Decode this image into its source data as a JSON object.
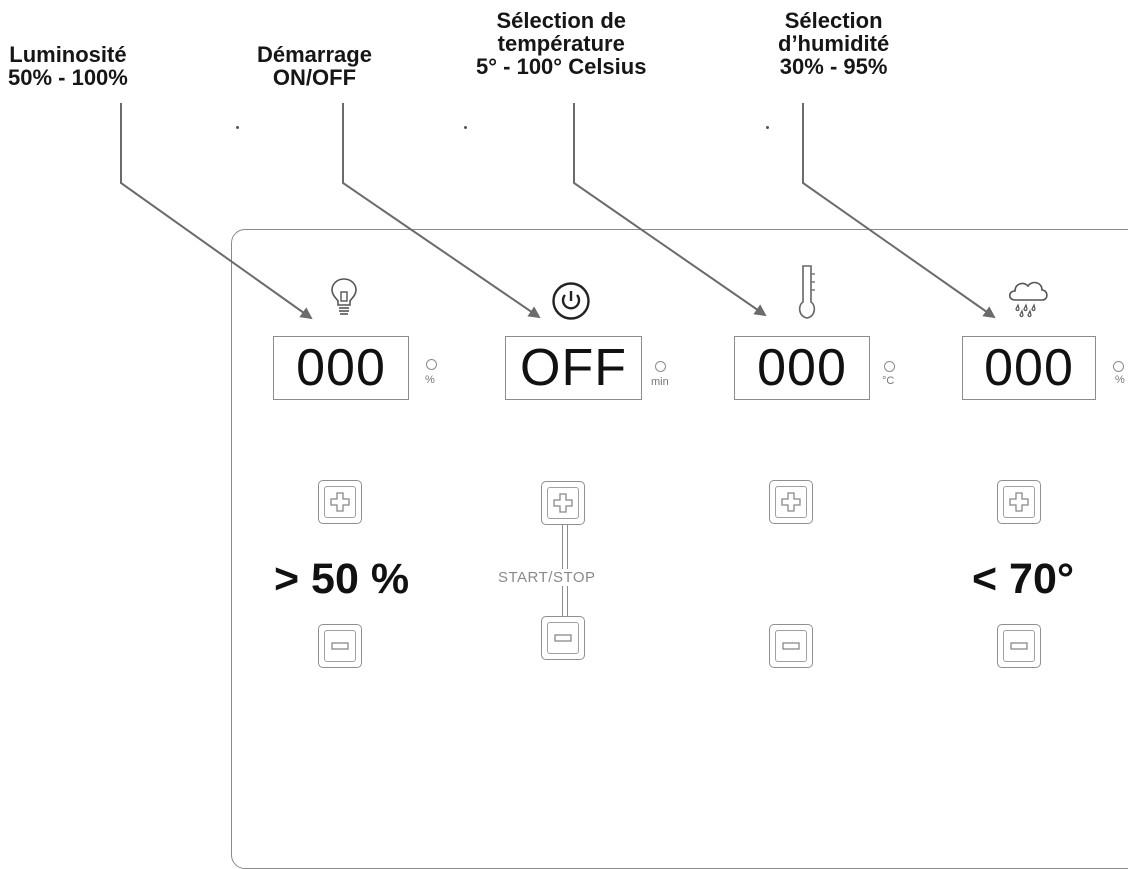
{
  "callouts": {
    "brightness": {
      "line1": "Luminosité",
      "line2": "50% - 100%"
    },
    "power": {
      "line1": "Démarrage",
      "line2": "ON/OFF"
    },
    "temperature": {
      "line1": "Sélection de",
      "line2": "température",
      "line3": "5° - 100° Celsius"
    },
    "humidity": {
      "line1": "Sélection",
      "line2": "d’humidité",
      "line3": "30% - 95%"
    }
  },
  "controls": {
    "brightness": {
      "display": "000",
      "unit": "%",
      "icon": "lightbulb-icon"
    },
    "power": {
      "display": "OFF",
      "unit": "min",
      "icon": "power-icon"
    },
    "temperature": {
      "display": "000",
      "unit": "°C",
      "icon": "thermometer-icon"
    },
    "humidity": {
      "display": "000",
      "unit": "%",
      "icon": "rain-cloud-icon"
    }
  },
  "start_stop_label": "START/STOP",
  "annotations": {
    "brightness_note": "> 50 %",
    "humidity_note": "< 70°"
  },
  "colors": {
    "panel_stroke": "#8a8a8a",
    "arrow": "#6b6b6b",
    "text": "#161616"
  }
}
